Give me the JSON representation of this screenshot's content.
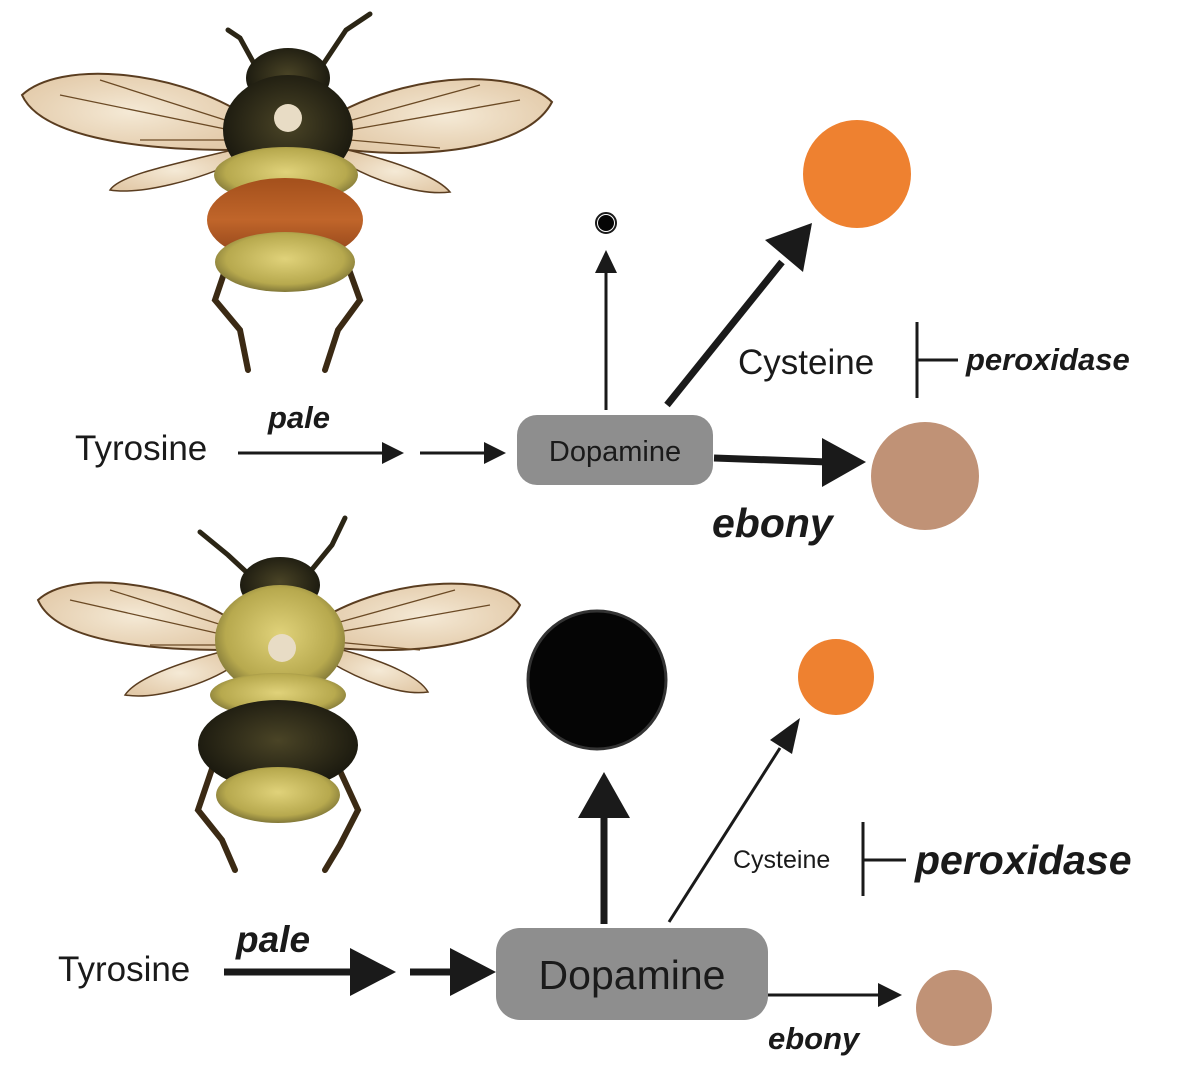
{
  "colors": {
    "orange": "#EE8130",
    "tan": "#C09276",
    "black": "#050505",
    "box": "#8E8E8E",
    "ink": "#1a1a1a"
  },
  "icons": {
    "bee_red": "bumblebee-red-banded-icon",
    "bee_black": "bumblebee-black-banded-icon"
  },
  "top": {
    "tyrosine": "Tyrosine",
    "pale": "pale",
    "dopamine": "Dopamine",
    "cysteine": "Cysteine",
    "peroxidase": "peroxidase",
    "ebony": "ebony"
  },
  "bottom": {
    "tyrosine": "Tyrosine",
    "pale": "pale",
    "dopamine": "Dopamine",
    "cysteine": "Cysteine",
    "peroxidase": "peroxidase",
    "ebony": "ebony"
  }
}
